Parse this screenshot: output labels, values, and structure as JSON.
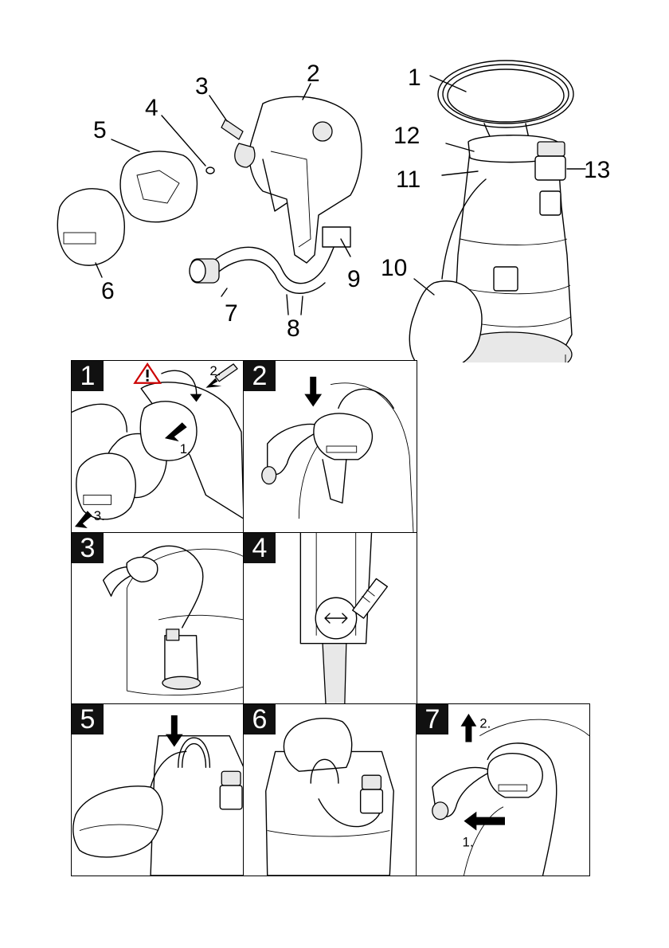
{
  "overview": {
    "callouts": [
      "1",
      "2",
      "3",
      "4",
      "5",
      "6",
      "7",
      "8",
      "9",
      "10",
      "11",
      "12",
      "13"
    ]
  },
  "panels": [
    {
      "number": "1",
      "steps": [
        "1.",
        "2.",
        "3."
      ],
      "icons": [
        "warning-triangle-icon",
        "screw-icon"
      ]
    },
    {
      "number": "2",
      "steps": []
    },
    {
      "number": "3",
      "steps": []
    },
    {
      "number": "4",
      "steps": []
    },
    {
      "number": "5",
      "steps": []
    },
    {
      "number": "6",
      "steps": []
    },
    {
      "number": "7",
      "steps": [
        "1.",
        "2."
      ]
    }
  ],
  "colors": {
    "line": "#000000",
    "badge": "#111111",
    "background": "#ffffff"
  }
}
